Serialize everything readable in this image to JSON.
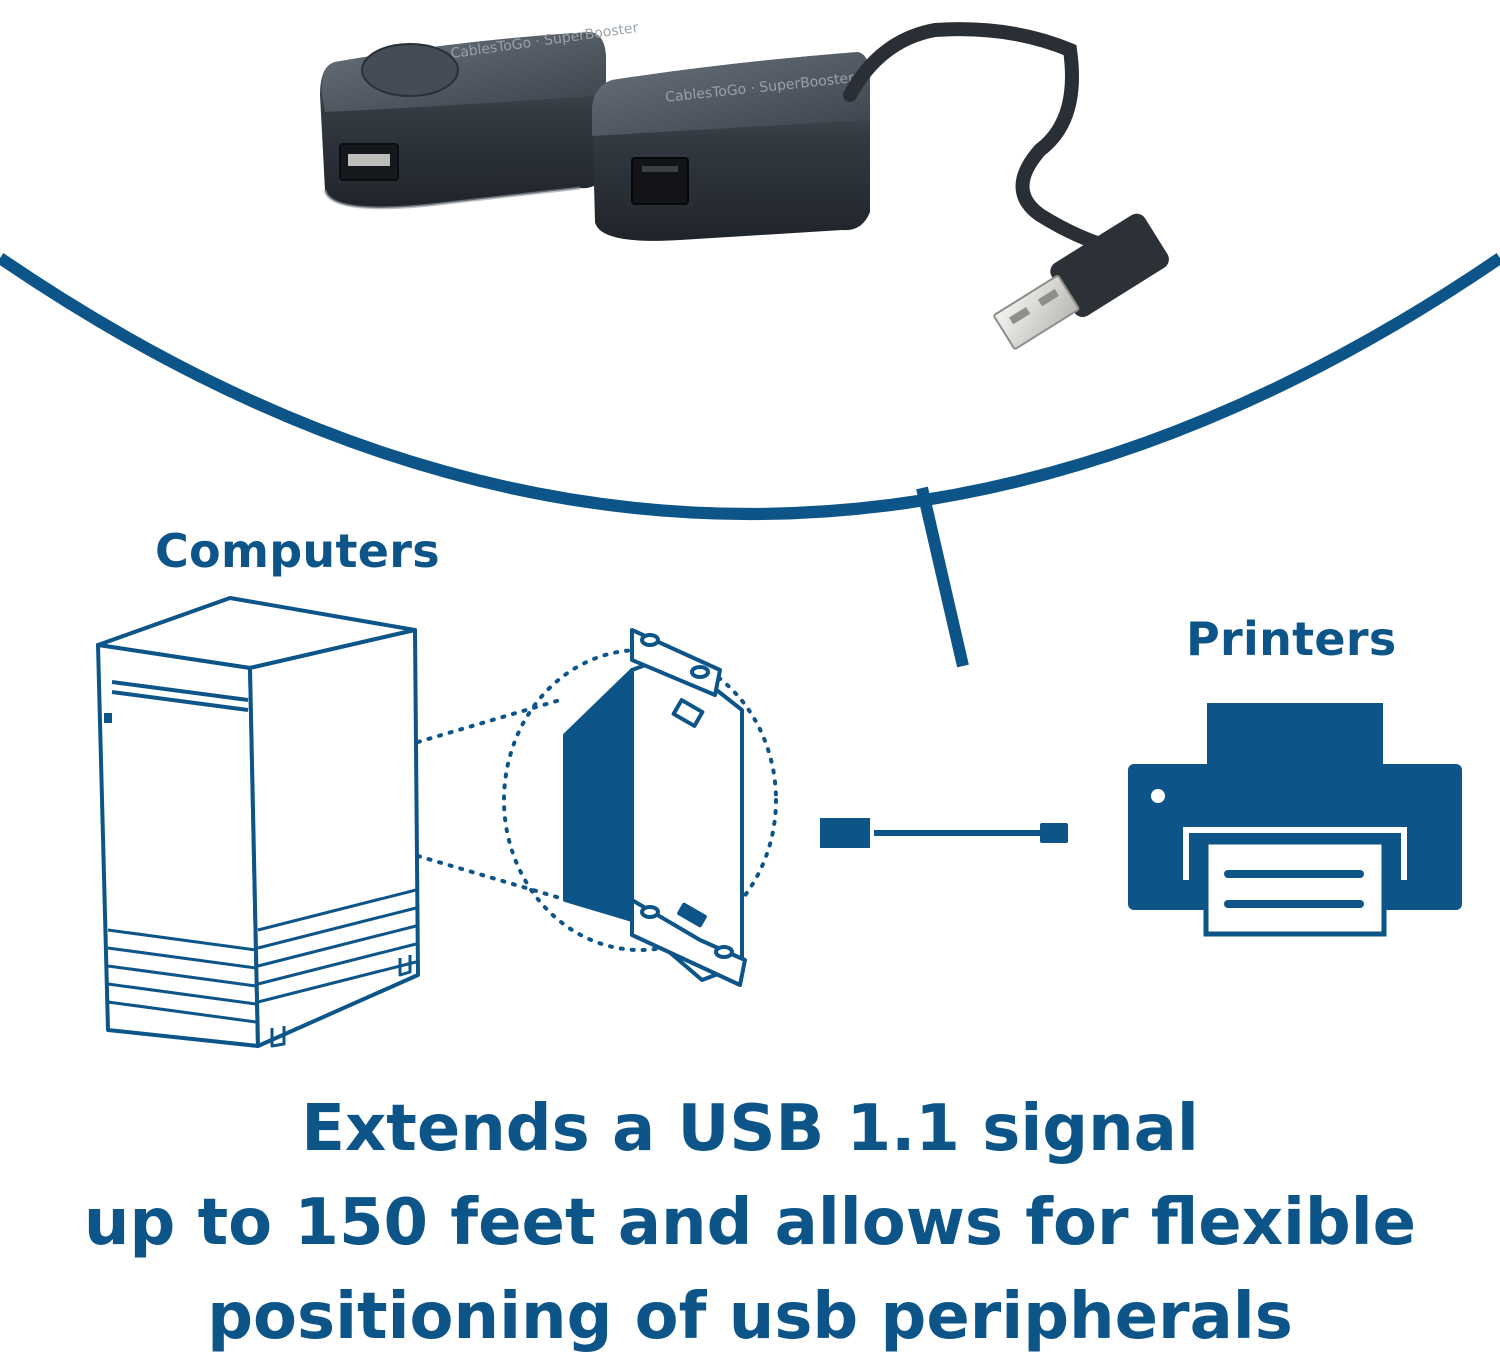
{
  "labels": {
    "computers": "Computers",
    "printers": "Printers"
  },
  "headline": {
    "line1": "Extends a USB 1.1 signal",
    "line2": "up to 150 feet and allows for flexible",
    "line3": "positioning of usb peripherals"
  },
  "product_markings": {
    "brand": "CablesToGo",
    "product": "SuperBooster"
  },
  "icons": [
    "usb-extender-product-photo",
    "computer-tower-icon",
    "wall-plate-icon",
    "usb-cable-icon",
    "printer-icon"
  ],
  "colors": {
    "accent": "#0d5589",
    "device": "#2c3138",
    "background": "#ffffff"
  }
}
